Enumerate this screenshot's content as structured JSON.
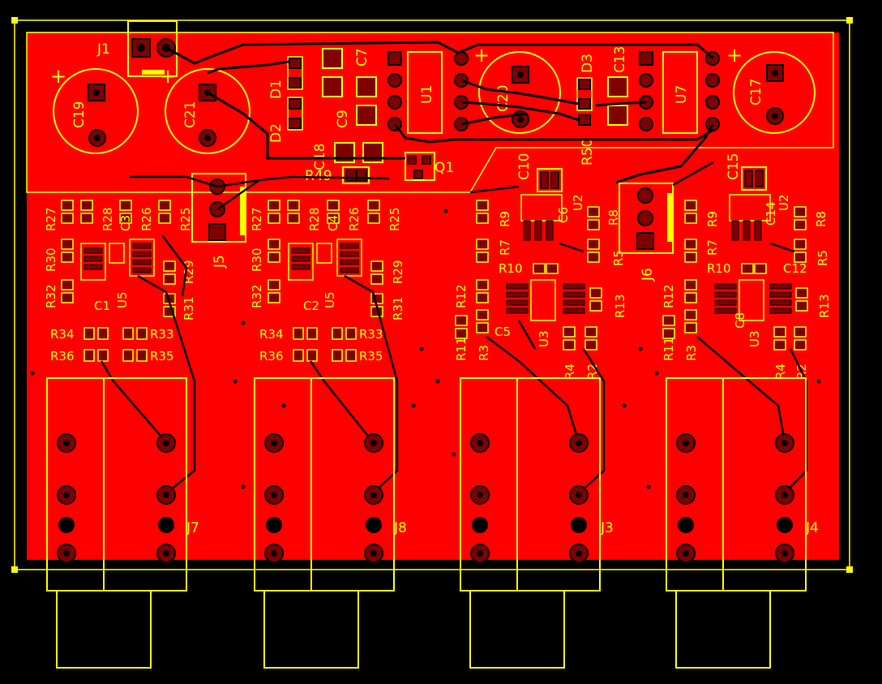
{
  "colors": {
    "background": "#000000",
    "copper": "#ff0000",
    "trace": "#000000",
    "silkscreen": "#ffff00",
    "pad_dark": "#800000"
  },
  "board": {
    "polarity_mark": "+"
  },
  "labels": {
    "top": [
      "J1",
      "C19",
      "C21",
      "D1",
      "D2",
      "C18",
      "R49",
      "C7",
      "C9",
      "U1",
      "Q1",
      "C20",
      "D3",
      "R50",
      "C10",
      "C13",
      "U7",
      "C17",
      "C15"
    ],
    "ch1": [
      "R27",
      "R28",
      "C3",
      "R26",
      "R25",
      "R30",
      "R32",
      "C1",
      "U5",
      "R31",
      "R29",
      "R34",
      "R33",
      "R36",
      "R35",
      "J7"
    ],
    "ch2": [
      "J5",
      "R27",
      "R28",
      "C4",
      "R26",
      "R25",
      "R30",
      "R32",
      "C2",
      "U5",
      "R31",
      "R29",
      "R34",
      "R33",
      "R36",
      "R35",
      "J8"
    ],
    "ch3": [
      "R9",
      "C6",
      "U2",
      "R8",
      "R7",
      "R5",
      "R10",
      "R12",
      "R11",
      "R3",
      "C5",
      "U3",
      "R13",
      "R4",
      "R2",
      "J3"
    ],
    "ch4": [
      "J6",
      "R9",
      "C14",
      "U2",
      "R8",
      "R7",
      "R5",
      "R10",
      "C12",
      "R12",
      "R11",
      "R3",
      "C8",
      "U3",
      "R13",
      "R4",
      "R2",
      "J4"
    ]
  }
}
